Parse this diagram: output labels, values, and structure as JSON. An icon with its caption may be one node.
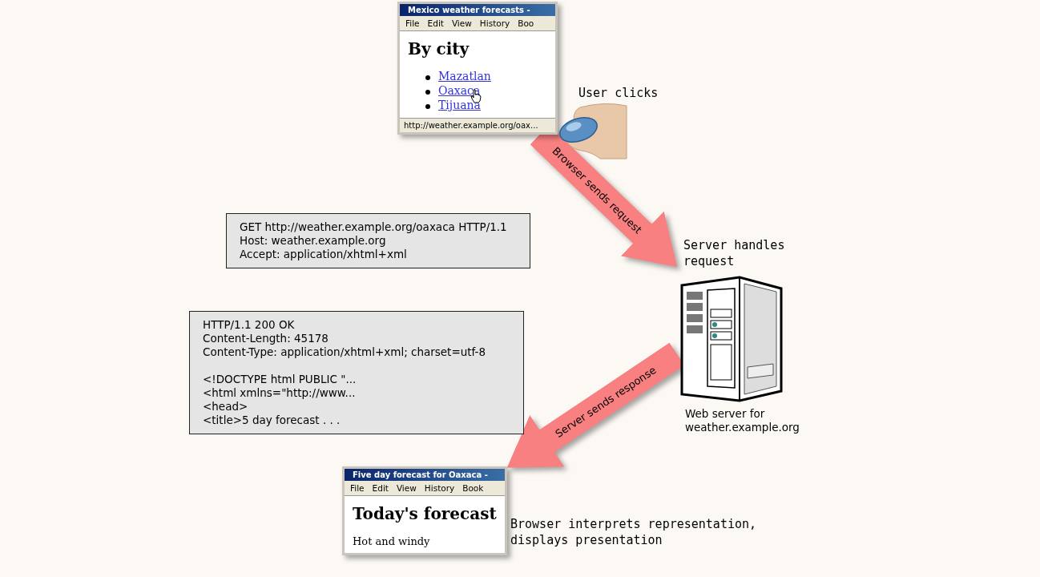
{
  "diagram": {
    "nodes": [
      {
        "text": [
          "Mexico weather forecasts -",
          "File",
          "Edit",
          "View",
          "History",
          "Boo",
          "By city",
          "Mazatlan",
          "Oaxaca",
          "Tijuana",
          "http://weather.example.org/oax..."
        ],
        "beside": [
          "User clicks"
        ]
      },
      {
        "text": [
          "GET http://weather.example.org/oaxaca HTTP/1.1",
          "Host: weather.example.org",
          "Accept: application/xhtml+xml"
        ]
      },
      {
        "text": [
          "Server handles request",
          "Web server for weather.example.org"
        ]
      },
      {
        "text": [
          "HTTP/1.1 200 OK",
          "Content-Length: 45178",
          "Content-Type: application/xhtml+xml; charset=utf-8",
          "<!DOCTYPE html PUBLIC \"...",
          "<html xmlns=\"http://www...",
          "<head>",
          "<title>5 day forecast . . ."
        ]
      },
      {
        "text": [
          "Five day forecast for Oaxaca -",
          "File",
          "Edit",
          "View",
          "History",
          "Book",
          "Today's forecast",
          "Hot and windy"
        ],
        "beside": [
          "Browser interprets representation, displays presentation"
        ]
      }
    ],
    "edges": [
      {
        "from": 0,
        "to": 2,
        "arrow": "to",
        "label": "Browser sends request"
      },
      {
        "from": 2,
        "to": 4,
        "arrow": "to",
        "label": "Server sends response"
      }
    ]
  }
}
